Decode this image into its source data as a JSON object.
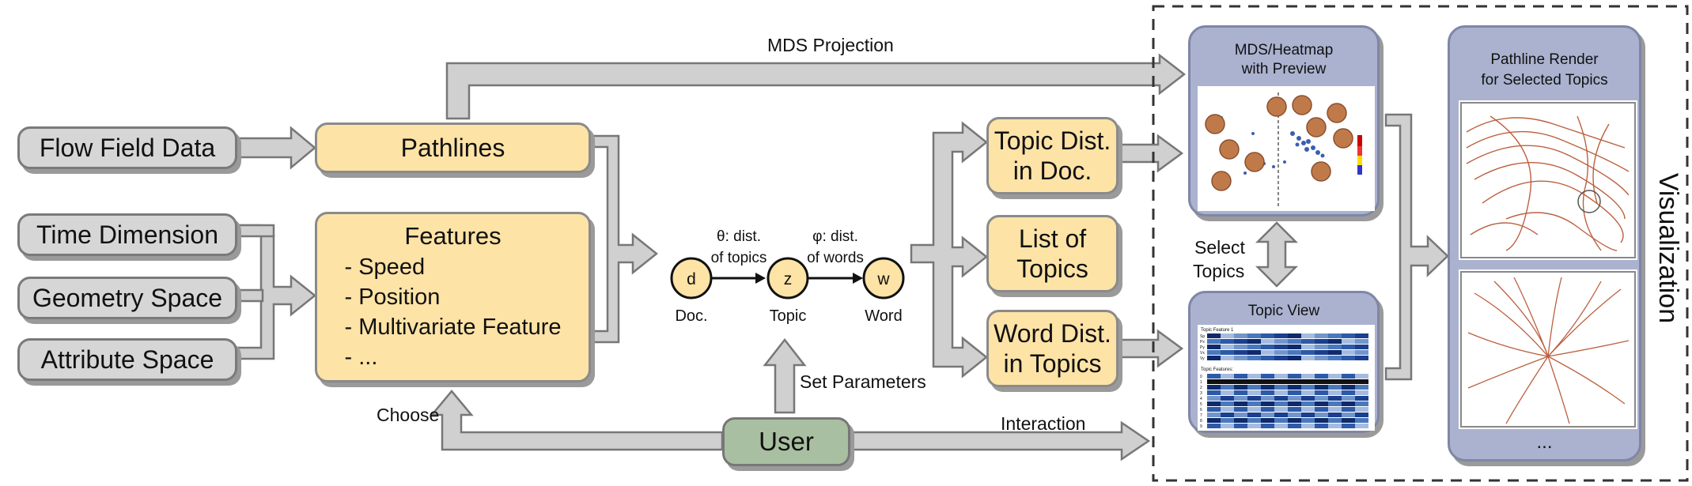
{
  "inputs": {
    "flow_field": "Flow Field Data",
    "time_dimension": "Time Dimension",
    "geometry_space": "Geometry Space",
    "attribute_space": "Attribute Space"
  },
  "pathlines": "Pathlines",
  "features": {
    "title": "Features",
    "items": [
      "- Speed",
      "- Position",
      "- Multivariate Feature",
      "- ..."
    ]
  },
  "lda": {
    "title": "LDA Model",
    "theta_label": "θ: dist.",
    "theta_sub": "of topics",
    "phi_label": "φ: dist.",
    "phi_sub": "of words",
    "nodes": [
      {
        "symbol": "d",
        "caption": "Doc."
      },
      {
        "symbol": "z",
        "caption": "Topic"
      },
      {
        "symbol": "w",
        "caption": "Word"
      }
    ]
  },
  "outputs": {
    "topic_dist_line1": "Topic Dist.",
    "topic_dist_line2": "in Doc.",
    "list_topics_line1": "List of",
    "list_topics_line2": "Topics",
    "word_dist_line1": "Word Dist.",
    "word_dist_line2": "in Topics"
  },
  "mds_panel": {
    "title_line1": "MDS/Heatmap",
    "title_line2": "with Preview"
  },
  "topic_view": {
    "title": "Topic View",
    "feature_label": "Topic Feature 1",
    "features_label": "Topic Features:",
    "row_labels_top": [
      "Sp",
      "Px",
      "Py",
      "Vx",
      "Vy"
    ],
    "row_labels_bottom": [
      "0",
      "1",
      "2",
      "3",
      "4",
      "5",
      "6",
      "7",
      "8",
      "9"
    ]
  },
  "pathline_render": {
    "title_line1": "Pathline Render",
    "title_line2": "for Selected Topics",
    "ellipsis": "..."
  },
  "user": "User",
  "edge_labels": {
    "mds_projection": "MDS Projection",
    "choose": "Choose",
    "set_parameters": "Set Parameters",
    "interaction": "Interaction",
    "select_topics_line1": "Select",
    "select_topics_line2": "Topics"
  },
  "visualization": "Visualization",
  "colors": {
    "input_fill": "#d6d6d6",
    "process_fill": "#fde3a6",
    "user_fill": "#a9bfa1",
    "panel_fill": "#aab2cf",
    "arrow_fill": "#d0d0d0",
    "arrow_stroke": "#777777"
  }
}
